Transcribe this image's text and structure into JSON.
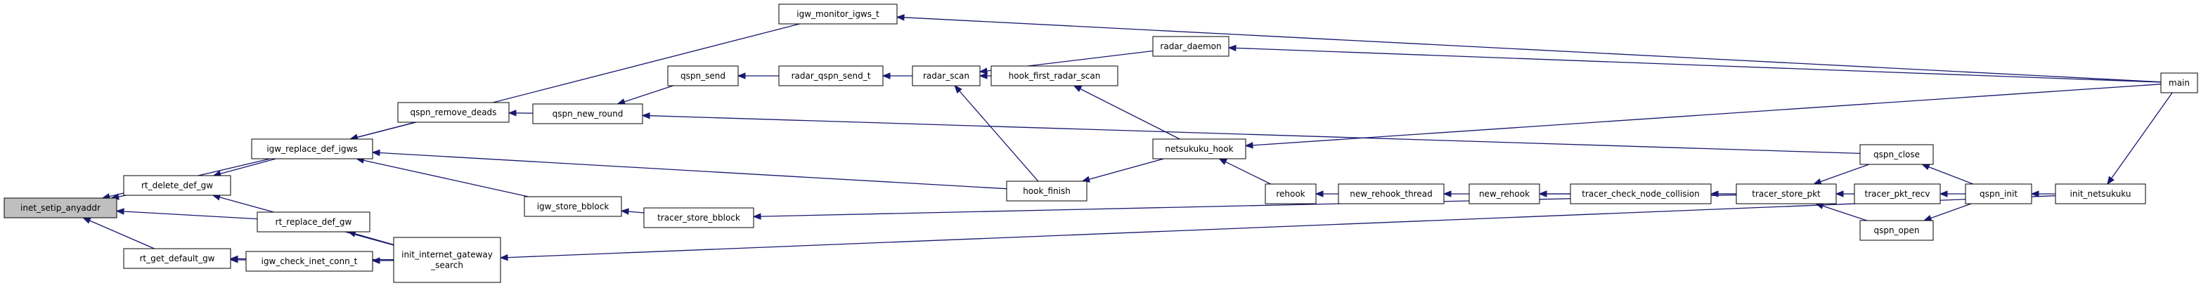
{
  "graph": {
    "focus_node": "inet_setip_anyaddr",
    "colors": {
      "edge": "#191970",
      "node_border": "#000000",
      "node_fill": "#ffffff",
      "focus_fill": "#bfbfbf",
      "background": "#ffffff"
    },
    "nodes": [
      {
        "id": "inet_setip_anyaddr",
        "lines": [
          "inet_setip_anyaddr"
        ]
      },
      {
        "id": "igw_replace_def_igws",
        "lines": [
          "igw_replace_def_igws"
        ]
      },
      {
        "id": "rt_delete_def_gw",
        "lines": [
          "rt_delete_def_gw"
        ]
      },
      {
        "id": "rt_replace_def_gw",
        "lines": [
          "rt_replace_def_gw"
        ]
      },
      {
        "id": "rt_get_default_gw",
        "lines": [
          "rt_get_default_gw"
        ]
      },
      {
        "id": "igw_monitor_igws_t",
        "lines": [
          "igw_monitor_igws_t"
        ]
      },
      {
        "id": "qspn_remove_deads",
        "lines": [
          "qspn_remove_deads"
        ]
      },
      {
        "id": "igw_store_bblock",
        "lines": [
          "igw_store_bblock"
        ]
      },
      {
        "id": "igw_check_inet_conn_t",
        "lines": [
          "igw_check_inet_conn_t"
        ]
      },
      {
        "id": "init_internet_gateway_search",
        "lines": [
          "init_internet_gateway",
          "_search"
        ]
      },
      {
        "id": "qspn_new_round",
        "lines": [
          "qspn_new_round"
        ]
      },
      {
        "id": "qspn_send",
        "lines": [
          "qspn_send"
        ]
      },
      {
        "id": "radar_qspn_send_t",
        "lines": [
          "radar_qspn_send_t"
        ]
      },
      {
        "id": "radar_scan",
        "lines": [
          "radar_scan"
        ]
      },
      {
        "id": "radar_daemon",
        "lines": [
          "radar_daemon"
        ]
      },
      {
        "id": "hook_first_radar_scan",
        "lines": [
          "hook_first_radar_scan"
        ]
      },
      {
        "id": "hook_finish",
        "lines": [
          "hook_finish"
        ]
      },
      {
        "id": "netsukuku_hook",
        "lines": [
          "netsukuku_hook"
        ]
      },
      {
        "id": "tracer_store_bblock",
        "lines": [
          "tracer_store_bblock"
        ]
      },
      {
        "id": "rehook",
        "lines": [
          "rehook"
        ]
      },
      {
        "id": "new_rehook_thread",
        "lines": [
          "new_rehook_thread"
        ]
      },
      {
        "id": "new_rehook",
        "lines": [
          "new_rehook"
        ]
      },
      {
        "id": "tracer_check_node_collision",
        "lines": [
          "tracer_check_node_collision"
        ]
      },
      {
        "id": "tracer_store_pkt",
        "lines": [
          "tracer_store_pkt"
        ]
      },
      {
        "id": "qspn_close",
        "lines": [
          "qspn_close"
        ]
      },
      {
        "id": "tracer_pkt_recv",
        "lines": [
          "tracer_pkt_recv"
        ]
      },
      {
        "id": "qspn_open",
        "lines": [
          "qspn_open"
        ]
      },
      {
        "id": "qspn_init",
        "lines": [
          "qspn_init"
        ]
      },
      {
        "id": "init_netsukuku",
        "lines": [
          "init_netsukuku"
        ]
      },
      {
        "id": "main",
        "lines": [
          "main"
        ]
      }
    ],
    "edges": [
      [
        "igw_replace_def_igws",
        "inet_setip_anyaddr"
      ],
      [
        "rt_delete_def_gw",
        "inet_setip_anyaddr"
      ],
      [
        "rt_replace_def_gw",
        "inet_setip_anyaddr"
      ],
      [
        "rt_get_default_gw",
        "inet_setip_anyaddr"
      ],
      [
        "igw_monitor_igws_t",
        "igw_replace_def_igws"
      ],
      [
        "qspn_remove_deads",
        "igw_replace_def_igws"
      ],
      [
        "hook_finish",
        "igw_replace_def_igws"
      ],
      [
        "igw_store_bblock",
        "igw_replace_def_igws"
      ],
      [
        "igw_replace_def_igws",
        "rt_delete_def_gw"
      ],
      [
        "init_internet_gateway_search",
        "rt_delete_def_gw"
      ],
      [
        "init_internet_gateway_search",
        "rt_replace_def_gw"
      ],
      [
        "igw_check_inet_conn_t",
        "rt_get_default_gw"
      ],
      [
        "init_internet_gateway_search",
        "rt_get_default_gw"
      ],
      [
        "init_internet_gateway_search",
        "igw_check_inet_conn_t"
      ],
      [
        "main",
        "igw_monitor_igws_t"
      ],
      [
        "qspn_new_round",
        "qspn_remove_deads"
      ],
      [
        "tracer_store_bblock",
        "igw_store_bblock"
      ],
      [
        "init_netsukuku",
        "init_internet_gateway_search"
      ],
      [
        "qspn_send",
        "qspn_new_round"
      ],
      [
        "qspn_close",
        "qspn_new_round"
      ],
      [
        "radar_qspn_send_t",
        "qspn_send"
      ],
      [
        "radar_scan",
        "radar_qspn_send_t"
      ],
      [
        "radar_daemon",
        "radar_scan"
      ],
      [
        "hook_first_radar_scan",
        "radar_scan"
      ],
      [
        "hook_finish",
        "radar_scan"
      ],
      [
        "main",
        "radar_daemon"
      ],
      [
        "netsukuku_hook",
        "hook_first_radar_scan"
      ],
      [
        "netsukuku_hook",
        "hook_finish"
      ],
      [
        "main",
        "netsukuku_hook"
      ],
      [
        "rehook",
        "netsukuku_hook"
      ],
      [
        "tracer_store_pkt",
        "tracer_store_bblock"
      ],
      [
        "new_rehook_thread",
        "rehook"
      ],
      [
        "new_rehook",
        "new_rehook_thread"
      ],
      [
        "tracer_check_node_collision",
        "new_rehook"
      ],
      [
        "tracer_store_pkt",
        "new_rehook"
      ],
      [
        "tracer_store_pkt",
        "tracer_check_node_collision"
      ],
      [
        "qspn_close",
        "tracer_store_pkt"
      ],
      [
        "tracer_pkt_recv",
        "tracer_store_pkt"
      ],
      [
        "qspn_open",
        "tracer_store_pkt"
      ],
      [
        "qspn_init",
        "qspn_close"
      ],
      [
        "qspn_init",
        "tracer_pkt_recv"
      ],
      [
        "qspn_init",
        "qspn_open"
      ],
      [
        "init_netsukuku",
        "qspn_init"
      ],
      [
        "main",
        "init_netsukuku"
      ]
    ]
  }
}
